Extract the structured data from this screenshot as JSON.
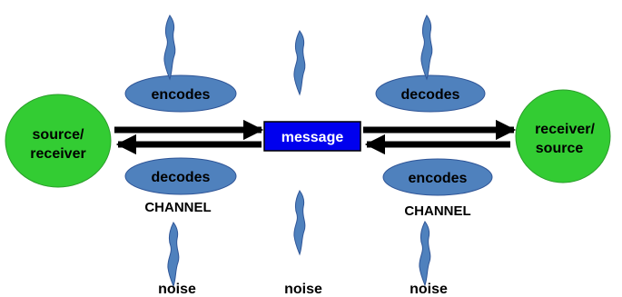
{
  "nodes": {
    "left": {
      "line1": "source/",
      "line2": "receiver"
    },
    "right": {
      "line1": "receiver/",
      "line2": "source"
    },
    "message": "message"
  },
  "ovals": {
    "left_top": "encodes",
    "left_bottom": "decodes",
    "right_top": "decodes",
    "right_bottom": "encodes"
  },
  "channels": {
    "left": "CHANNEL",
    "right": "CHANNEL"
  },
  "noise": {
    "left": "noise",
    "center": "noise",
    "right": "noise"
  },
  "colors": {
    "node_fill": "#33cc33",
    "oval_fill": "#4f81bd",
    "message_fill": "#0000ee",
    "arrow": "#000000",
    "squiggle": "#4f81bd"
  }
}
